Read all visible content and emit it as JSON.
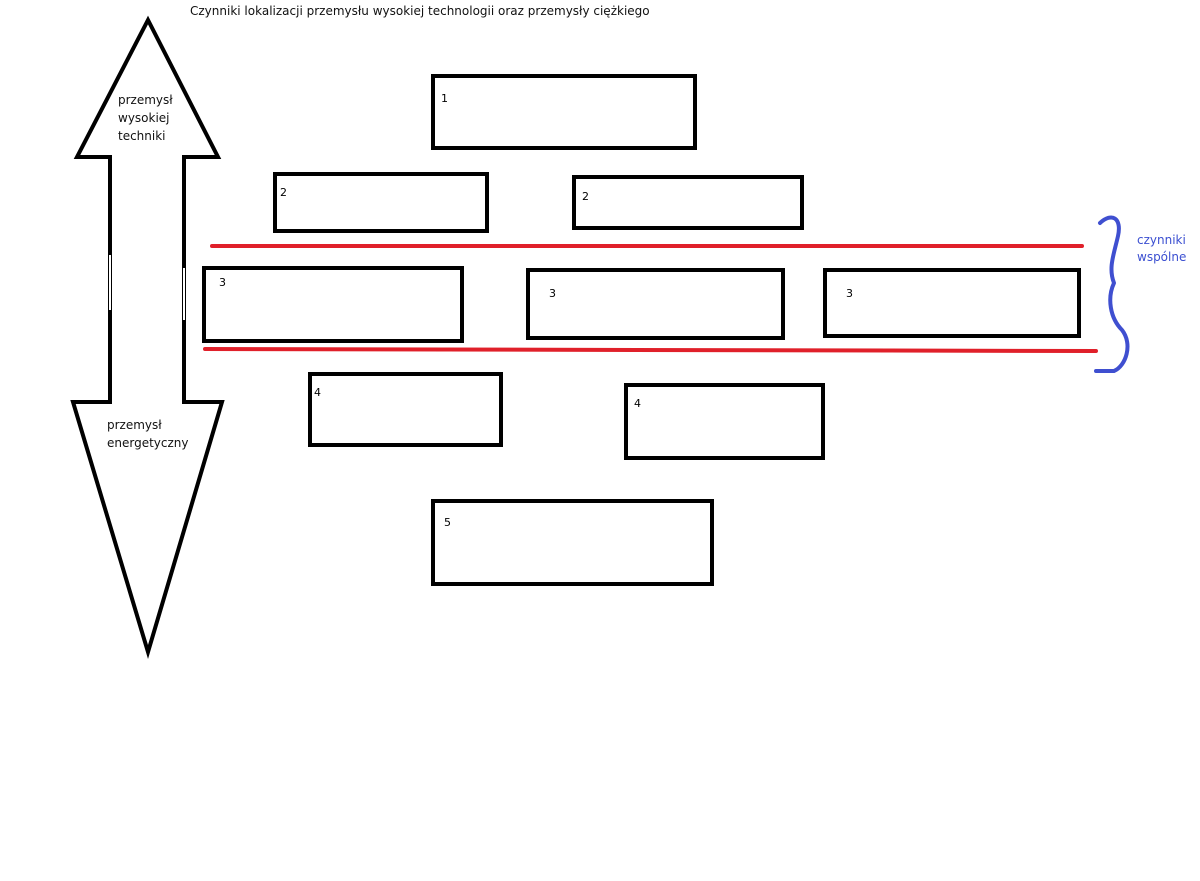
{
  "title": "Czynniki lokalizacji przemysłu wysokiej technologii oraz przemysły ciężkiego",
  "arrow": {
    "top_label": [
      "przemysł",
      "wysokiej",
      "techniki"
    ],
    "bottom_label": [
      "przemysł",
      "energetyczny"
    ]
  },
  "boxes": [
    {
      "number": "1"
    },
    {
      "number": "2"
    },
    {
      "number": "2"
    },
    {
      "number": "3"
    },
    {
      "number": "3"
    },
    {
      "number": "3"
    },
    {
      "number": "4"
    },
    {
      "number": "4"
    },
    {
      "number": "5"
    }
  ],
  "common_factors": [
    "czynniki",
    "wspólne"
  ],
  "colors": {
    "red_line": "#e0202a",
    "brace": "#3f4fd0",
    "box_border": "#000000"
  }
}
